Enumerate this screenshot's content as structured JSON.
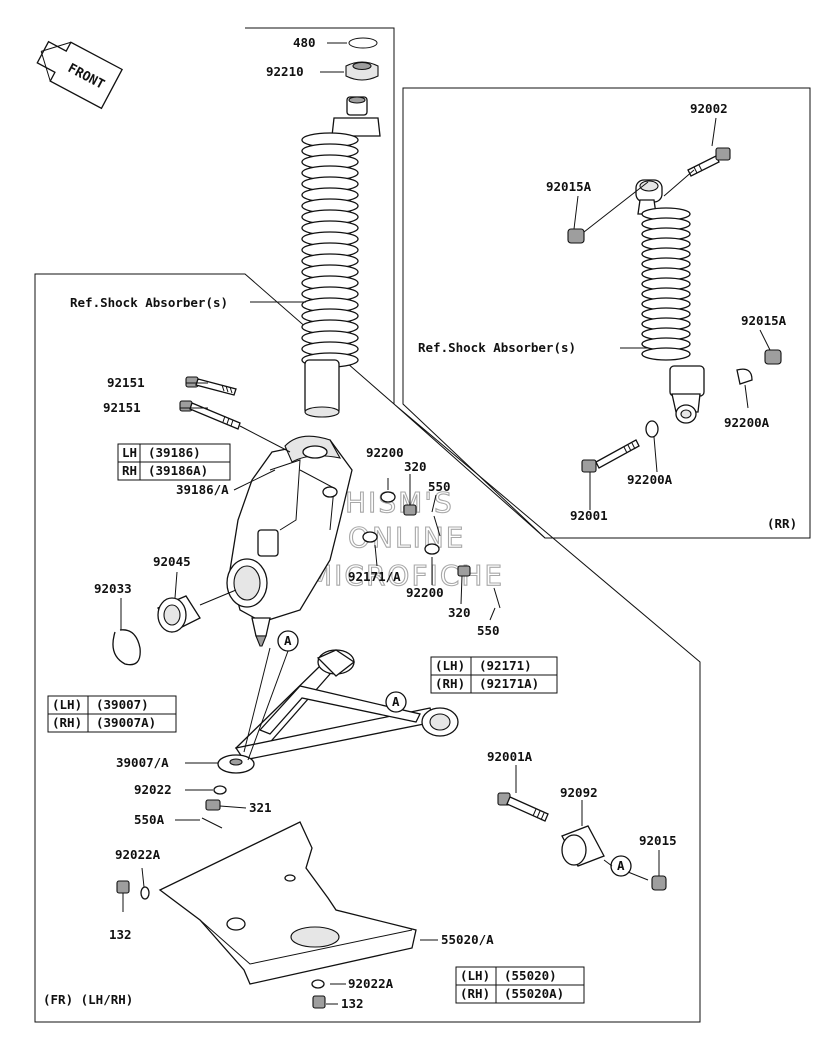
{
  "front_arrow": {
    "label": "FRONT"
  },
  "watermark": {
    "line1": "HISM'S",
    "line2": "ONLINE",
    "line3": "MICROFICHE"
  },
  "inset": {
    "footer": "(RR)"
  },
  "main_footer": "(FR) (LH/RH)",
  "labels": {
    "p480": "480",
    "p92210": "92210",
    "ref_shock_front": "Ref.Shock Absorber(s)",
    "p92151_a": "92151",
    "p92151_b": "92151",
    "p39186a": "39186/A",
    "p92200_a": "92200",
    "p320_a": "320",
    "p550_a": "550",
    "p92171a": "92171/A",
    "p92200_b": "92200",
    "p320_b": "320",
    "p550_b": "550",
    "p92045": "92045",
    "p92033": "92033",
    "p39007a": "39007/A",
    "p92022": "92022",
    "p321": "321",
    "p550a": "550A",
    "p92022a_a": "92022A",
    "p132_a": "132",
    "p55020a": "55020/A",
    "p92022a_b": "92022A",
    "p132_b": "132",
    "p92001a": "92001A",
    "p92092": "92092",
    "p92015": "92015",
    "r92002": "92002",
    "r92015a_a": "92015A",
    "r92015a_b": "92015A",
    "ref_shock_rear": "Ref.Shock Absorber(s)",
    "r92200a_a": "92200A",
    "r92200a_b": "92200A",
    "r92001": "92001",
    "callout_a1": "A",
    "callout_a2": "A",
    "callout_a3": "A"
  },
  "tables": {
    "t39186": [
      [
        "LH",
        "(39186)"
      ],
      [
        "RH",
        "(39186A)"
      ]
    ],
    "t92171": [
      [
        "(LH)",
        "(92171)"
      ],
      [
        "(RH)",
        "(92171A)"
      ]
    ],
    "t39007": [
      [
        "(LH)",
        "(39007)"
      ],
      [
        "(RH)",
        "(39007A)"
      ]
    ],
    "t55020": [
      [
        "(LH)",
        "(55020)"
      ],
      [
        "(RH)",
        "(55020A)"
      ]
    ]
  }
}
